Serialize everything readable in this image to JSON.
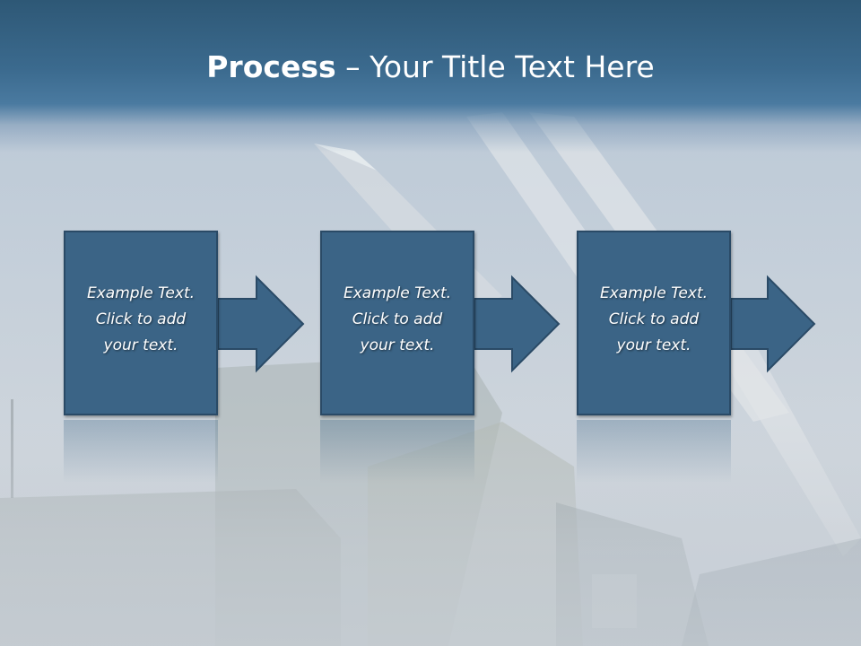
{
  "slide": {
    "title_bold": "Process",
    "title_rest": " – Your Title Text Here"
  },
  "steps": [
    {
      "text": "Example Text.\nClick  to add\nyour text."
    },
    {
      "text": "Example Text.\nClick  to add\nyour text."
    },
    {
      "text": "Example Text.\nClick  to add\nyour text."
    }
  ],
  "colors": {
    "box_fill": "#3b6486",
    "box_border": "#2a4a66",
    "title_band": "#3b6a8e"
  }
}
